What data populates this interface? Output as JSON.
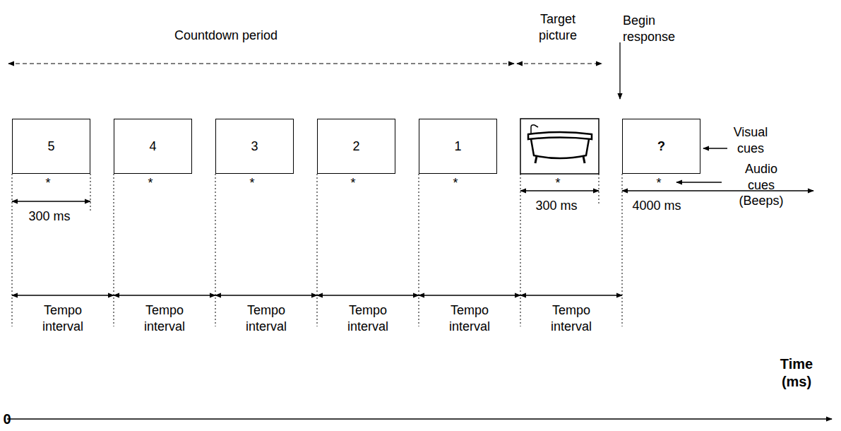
{
  "diagram": {
    "nodes": [
      {
        "text": [
          "5"
        ]
      },
      {
        "text": [
          "4"
        ]
      },
      {
        "text": [
          "3"
        ]
      },
      {
        "text": [
          "2"
        ]
      },
      {
        "text": [
          "1"
        ]
      },
      {
        "text": [
          "?"
        ]
      }
    ],
    "labels": [
      "Countdown period",
      "Target picture",
      "Begin response",
      "Visual cues",
      "Audio cues (Beeps)",
      "*",
      "*",
      "*",
      "*",
      "*",
      "*",
      "*",
      "300 ms",
      "300 ms",
      "4000 ms",
      "Tempo interval",
      "Tempo interval",
      "Tempo interval",
      "Tempo interval",
      "Tempo interval",
      "Tempo interval",
      "Time (ms)",
      "0"
    ]
  }
}
